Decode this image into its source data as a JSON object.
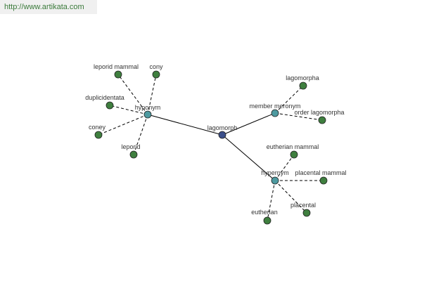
{
  "header": {
    "url": "http://www.artikata.com"
  },
  "colors": {
    "root": "#3b4f8a",
    "relation": "#4d9aa0",
    "leaf": "#3f7f3f",
    "url_text": "#3a7a3a"
  },
  "graph": {
    "root": {
      "id": "lagomorph",
      "label": "lagomorph"
    },
    "relations": [
      {
        "id": "hyponym",
        "label": "hyponym"
      },
      {
        "id": "member-meronym",
        "label": "member meronym"
      },
      {
        "id": "hypernym",
        "label": "hypernym"
      }
    ],
    "leaves": [
      {
        "id": "leporid-mammal",
        "label": "leporid mammal",
        "parent": "hyponym"
      },
      {
        "id": "cony",
        "label": "cony",
        "parent": "hyponym"
      },
      {
        "id": "duplicidentata",
        "label": "duplicidentata",
        "parent": "hyponym"
      },
      {
        "id": "coney",
        "label": "coney",
        "parent": "hyponym"
      },
      {
        "id": "leporid",
        "label": "leporid",
        "parent": "hyponym"
      },
      {
        "id": "lagomorpha",
        "label": "lagomorpha",
        "parent": "member-meronym"
      },
      {
        "id": "order-lagomorpha",
        "label": "order lagomorpha",
        "parent": "member-meronym"
      },
      {
        "id": "eutherian-mammal",
        "label": "eutherian mammal",
        "parent": "hypernym"
      },
      {
        "id": "placental-mammal",
        "label": "placental mammal",
        "parent": "hypernym"
      },
      {
        "id": "placental",
        "label": "placental",
        "parent": "hypernym"
      },
      {
        "id": "eutherian",
        "label": "eutherian",
        "parent": "hypernym"
      }
    ]
  }
}
